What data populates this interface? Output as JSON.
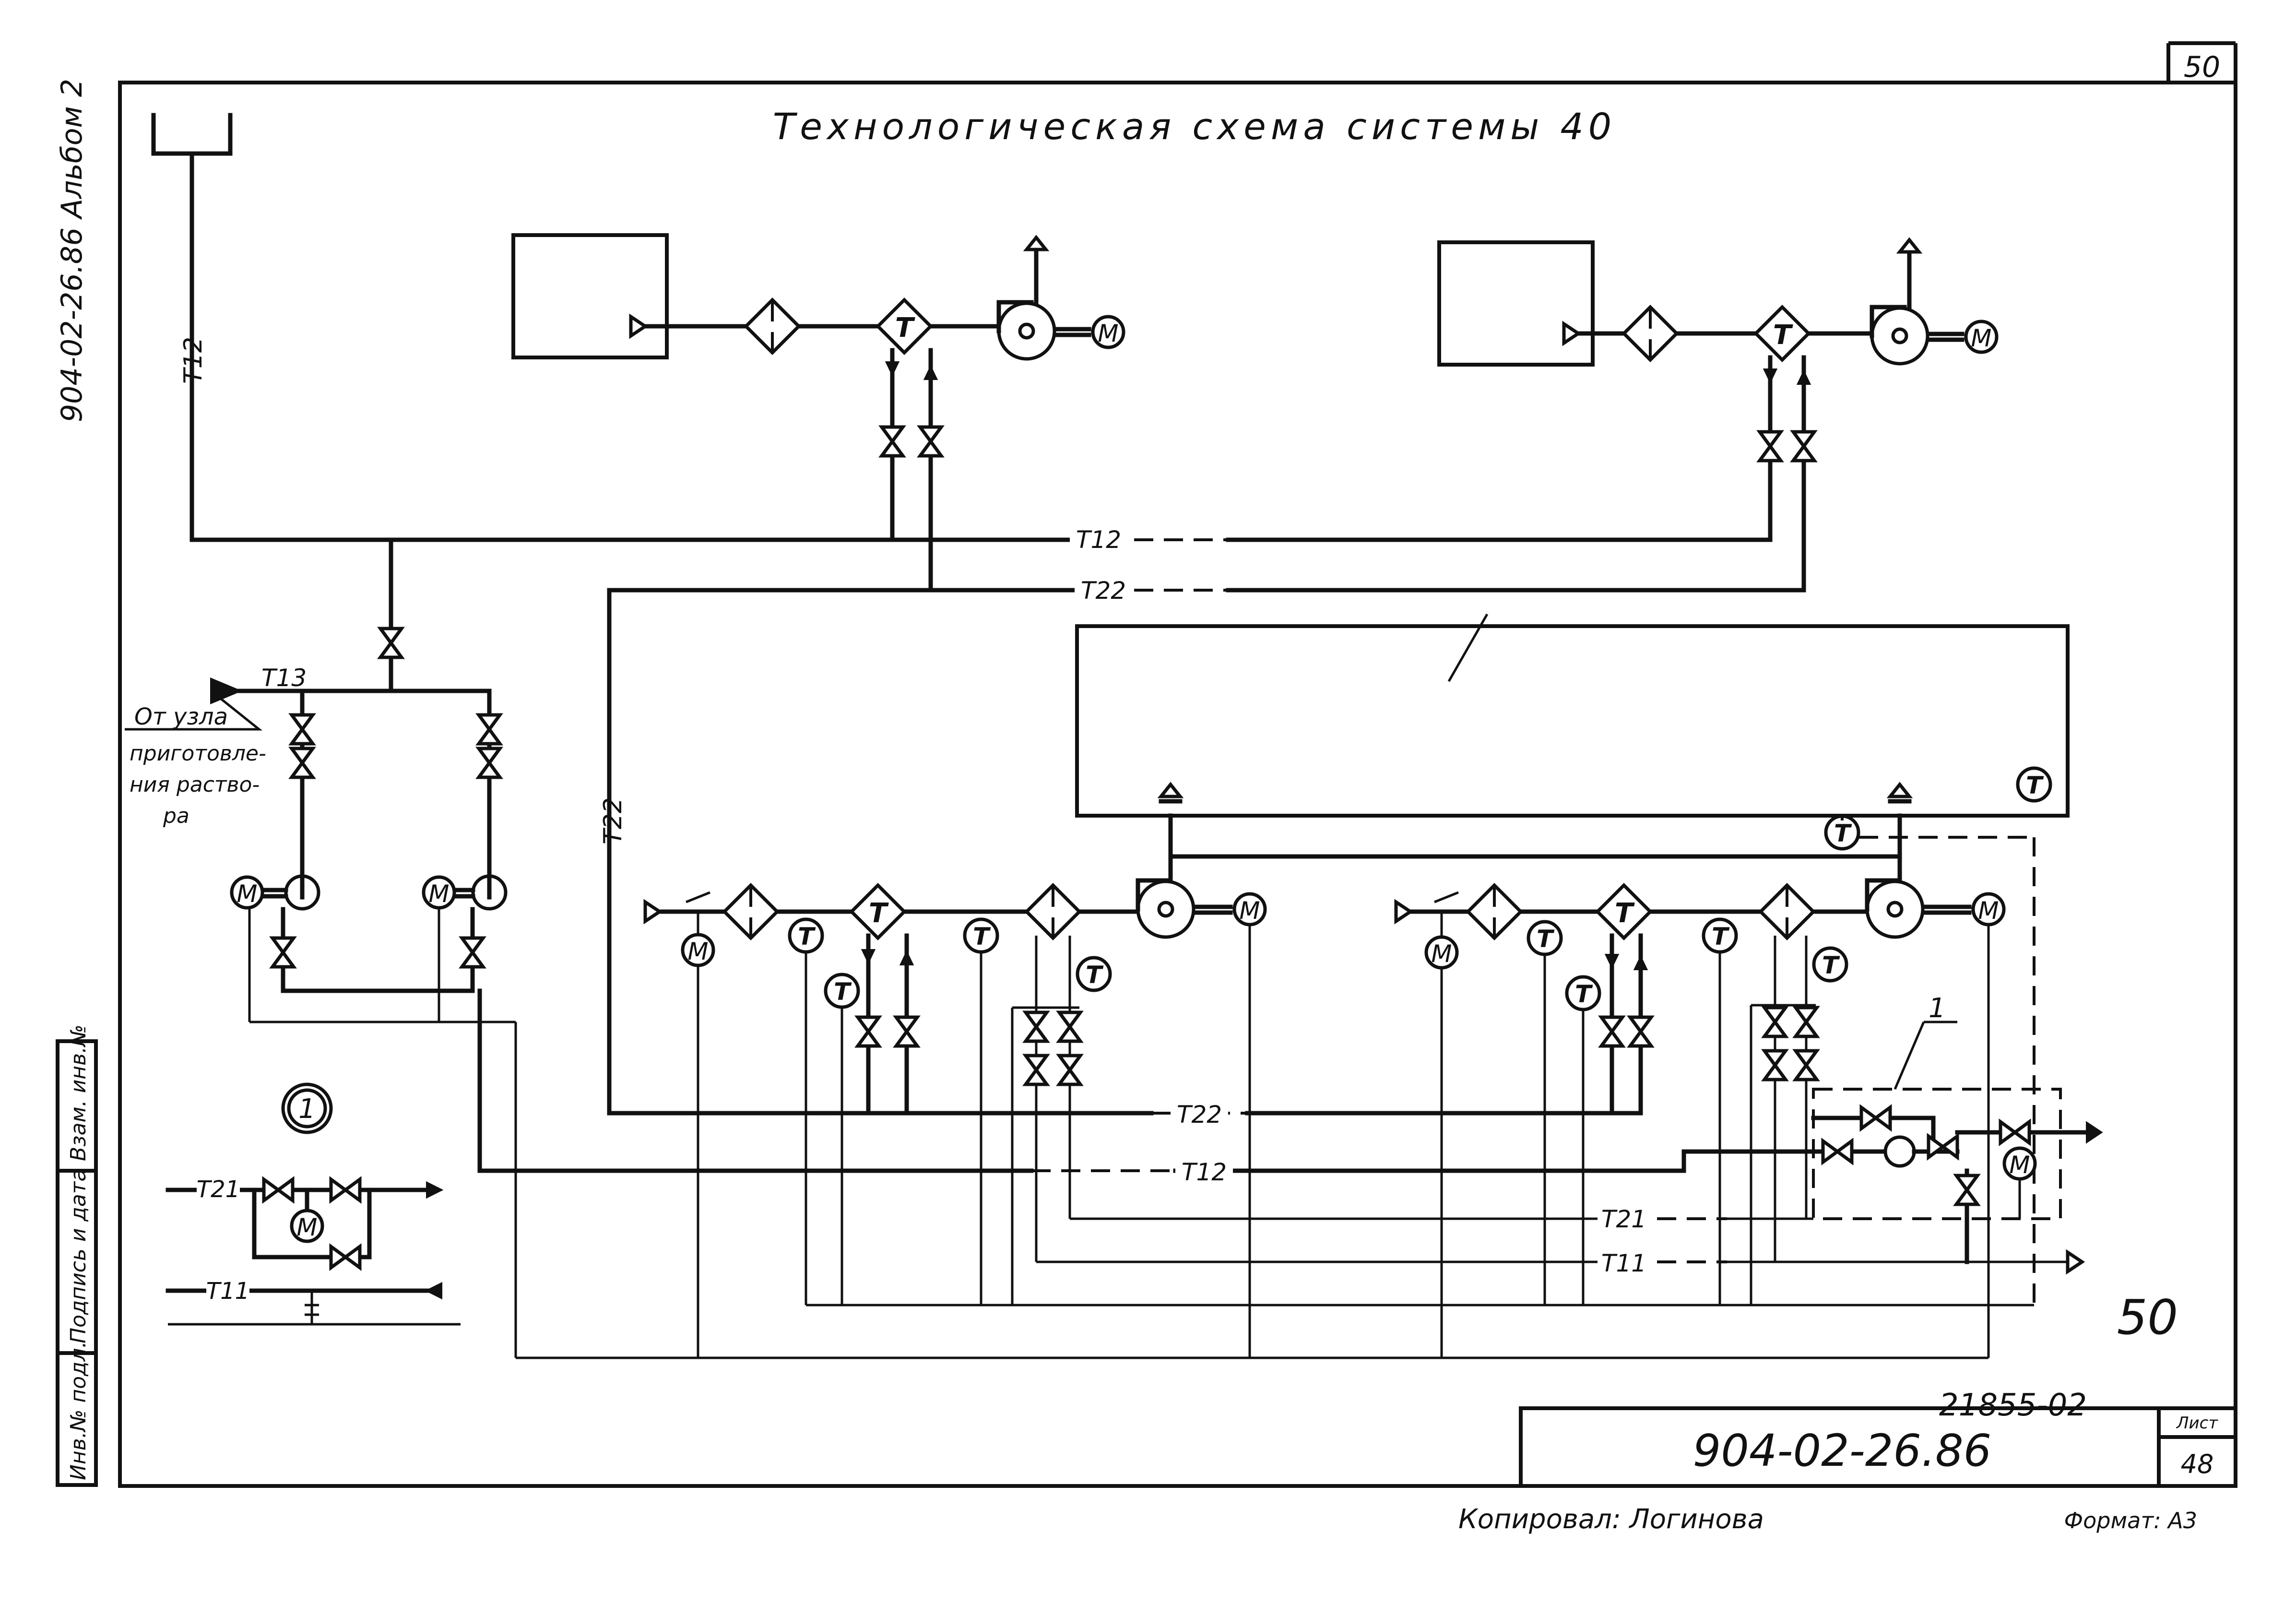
{
  "sheet": {
    "title": "Технологическая схема системы 40",
    "corner_number": "50",
    "album_label": "904-02-26.86  Альбом 2",
    "drawing_code": "904-02-26.86",
    "archive_number": "21855-02",
    "sheet_label": "Лист",
    "sheet_number": "48",
    "handwritten_page": "50",
    "copied_by": "Копировал: Логинова",
    "format": "Формат: А3"
  },
  "side_stamp": {
    "col1": "Инв.№ подл.",
    "col2": "Подпись и дата",
    "col3": "Взам. инв.№"
  },
  "source_note": {
    "line1": "От узла",
    "line2": "приготовле-",
    "line3": "ния раство-",
    "line4": "ра"
  },
  "pipes": {
    "t12_riser": "Т12",
    "t12_top": "Т12",
    "t22_top": "Т22",
    "t13": "Т13",
    "t22_vertical": "Т22",
    "t22_bottom": "Т22",
    "t12_bottom": "Т12",
    "t21_bottom": "Т21",
    "t11_bottom": "Т11"
  },
  "legend": {
    "callout_number": "1",
    "t21_label": "Т21",
    "t11_label": "Т11"
  },
  "unit_callout": "1",
  "symbols": {
    "motor": "М",
    "thermo": "Т"
  }
}
